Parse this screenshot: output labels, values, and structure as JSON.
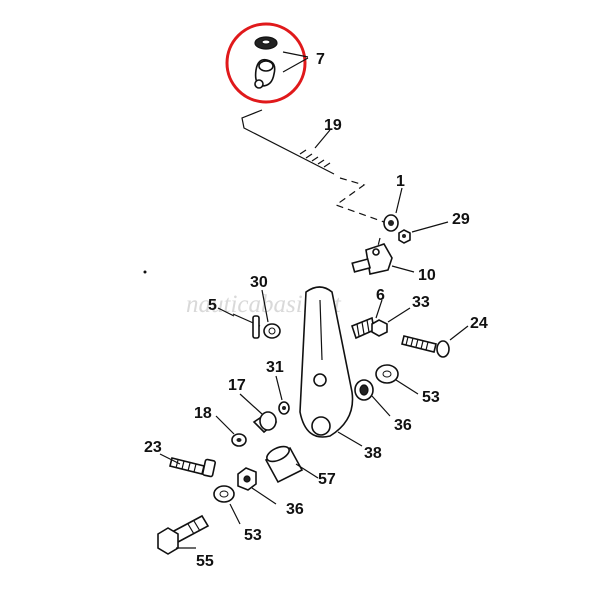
{
  "watermark": "nauticabasile.it",
  "highlight_color": "#e0191b",
  "labels": {
    "p7": "7",
    "p19": "19",
    "p1": "1",
    "p29": "29",
    "p10": "10",
    "p30": "30",
    "p6": "6",
    "p33": "33",
    "p5": "5",
    "p24": "24",
    "p31": "31",
    "p17": "17",
    "p53a": "53",
    "p18": "18",
    "p36a": "36",
    "p23": "23",
    "p38": "38",
    "p57": "57",
    "p36b": "36",
    "p53b": "53",
    "p55": "55"
  }
}
